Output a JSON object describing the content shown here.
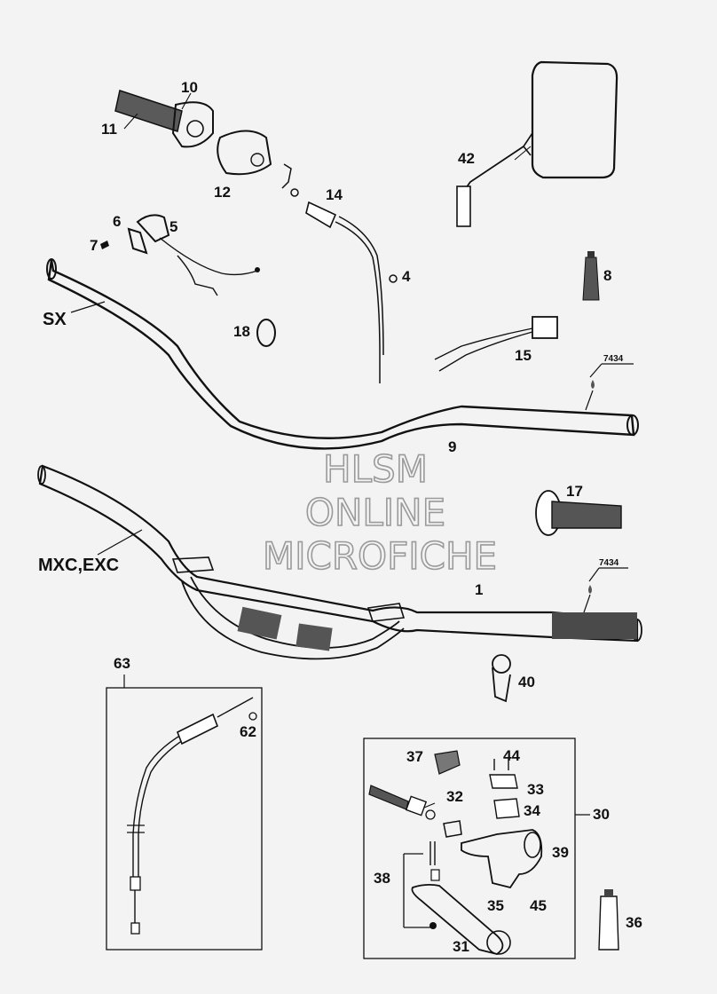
{
  "watermark": {
    "line1": "HLSM",
    "line2": "ONLINE",
    "line3": "MICROFICHE"
  },
  "labels": {
    "p1": "1",
    "p4": "4",
    "p5": "5",
    "p6": "6",
    "p7": "7",
    "p8": "8",
    "p9": "9",
    "p10": "10",
    "p11": "11",
    "p12": "12",
    "p14": "14",
    "p15": "15",
    "p17": "17",
    "p18": "18",
    "p30": "30",
    "p31": "31",
    "p32": "32",
    "p33": "33",
    "p34": "34",
    "p35": "35",
    "p36": "36",
    "p37": "37",
    "p38": "38",
    "p39": "39",
    "p40": "40",
    "p42": "42",
    "p44": "44",
    "p45": "45",
    "p62": "62",
    "p63": "63",
    "ref_a": "7434",
    "ref_b": "7434",
    "sx": "SX",
    "mxc": "MXC,EXC"
  }
}
